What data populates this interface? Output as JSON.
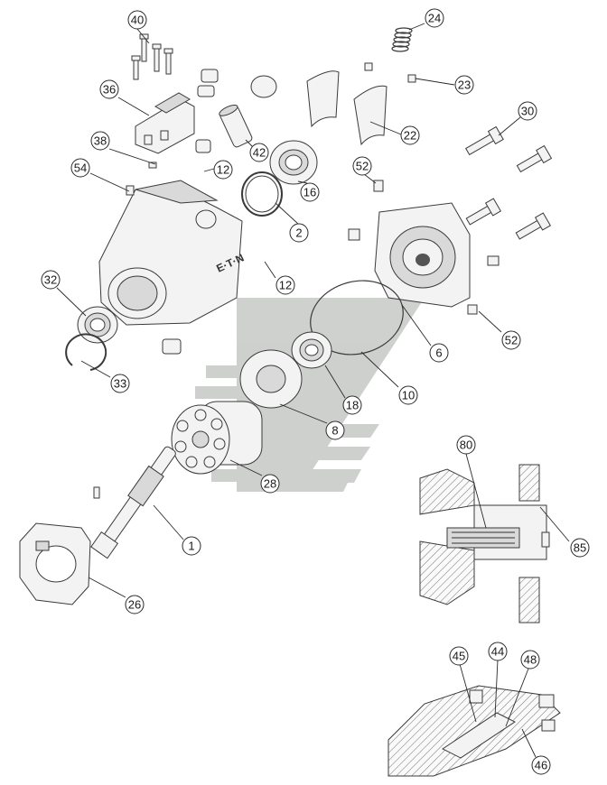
{
  "diagram": {
    "callouts": [
      {
        "id": "c40",
        "label": "40"
      },
      {
        "id": "c36",
        "label": "36"
      },
      {
        "id": "c38",
        "label": "38"
      },
      {
        "id": "c54",
        "label": "54"
      },
      {
        "id": "c42",
        "label": "42"
      },
      {
        "id": "c12a",
        "label": "12"
      },
      {
        "id": "c2",
        "label": "2"
      },
      {
        "id": "c12b",
        "label": "12"
      },
      {
        "id": "c16",
        "label": "16"
      },
      {
        "id": "c24",
        "label": "24"
      },
      {
        "id": "c23",
        "label": "23"
      },
      {
        "id": "c22",
        "label": "22"
      },
      {
        "id": "c30",
        "label": "30"
      },
      {
        "id": "c52a",
        "label": "52"
      },
      {
        "id": "c52b",
        "label": "52"
      },
      {
        "id": "c6",
        "label": "6"
      },
      {
        "id": "c10",
        "label": "10"
      },
      {
        "id": "c18",
        "label": "18"
      },
      {
        "id": "c8",
        "label": "8"
      },
      {
        "id": "c28",
        "label": "28"
      },
      {
        "id": "c32",
        "label": "32"
      },
      {
        "id": "c33",
        "label": "33"
      },
      {
        "id": "c1",
        "label": "1"
      },
      {
        "id": "c26",
        "label": "26"
      },
      {
        "id": "c80",
        "label": "80"
      },
      {
        "id": "c85",
        "label": "85"
      },
      {
        "id": "c45",
        "label": "45"
      },
      {
        "id": "c44",
        "label": "44"
      },
      {
        "id": "c48",
        "label": "48"
      },
      {
        "id": "c46",
        "label": "46"
      }
    ],
    "housing_logo": "E·T·N",
    "colors": {
      "line": "#3a3a3a",
      "watermark": "#c9ccc9",
      "fill": "#f3f3f3"
    }
  }
}
